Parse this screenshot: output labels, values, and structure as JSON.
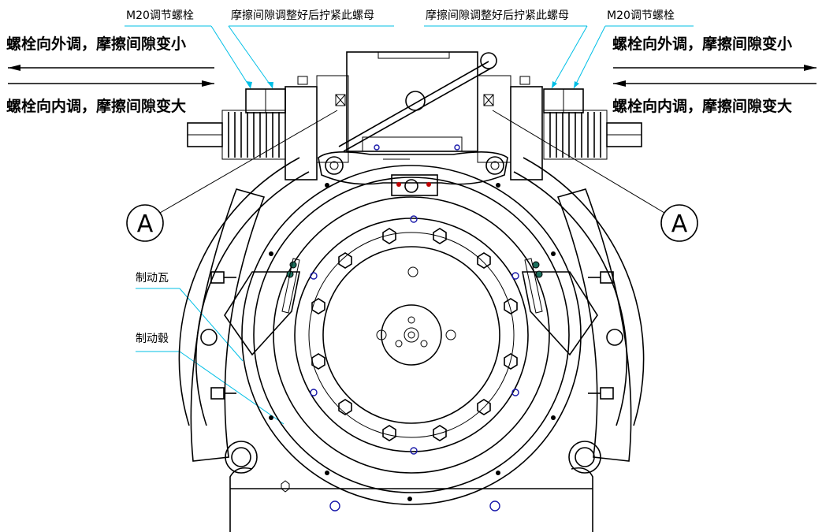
{
  "labels": {
    "m20_left": "M20调节螺栓",
    "m20_right": "M20调节螺栓",
    "nut_left": "摩擦间隙调整好后拧紧此螺母",
    "nut_right": "摩擦间隙调整好后拧紧此螺母",
    "out_left": "螺栓向外调，摩擦间隙变小",
    "out_right": "螺栓向外调，摩擦间隙变小",
    "in_left": "螺栓向内调，摩擦间隙变大",
    "in_right": "螺栓向内调，摩擦间隙变大",
    "brake_shoe": "制动瓦",
    "brake_hub": "制动毂",
    "detail_left": "A",
    "detail_right": "A"
  },
  "colors": {
    "leader": "#00bfe6",
    "hole": "#1a1aaa",
    "line": "#000000"
  }
}
